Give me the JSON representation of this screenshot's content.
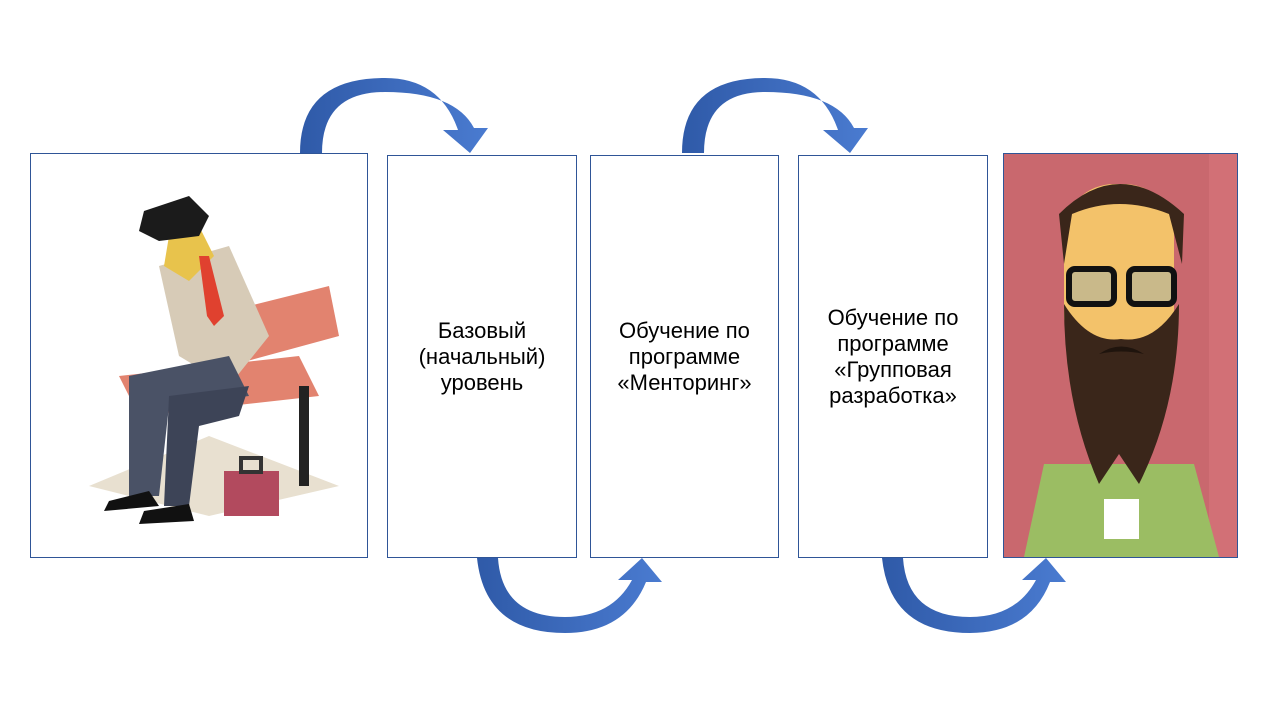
{
  "steps": [
    {
      "label": "Базовый\n(начальный)\nуровень"
    },
    {
      "label": "Обучение по\nпрограмме\n«Менторинг»"
    },
    {
      "label": "Обучение по\nпрограмме\n«Групповая\nразработка»"
    }
  ],
  "colors": {
    "arrow": "#4472c4",
    "border": "#2f5597",
    "beard_bg": "#c9686e"
  }
}
